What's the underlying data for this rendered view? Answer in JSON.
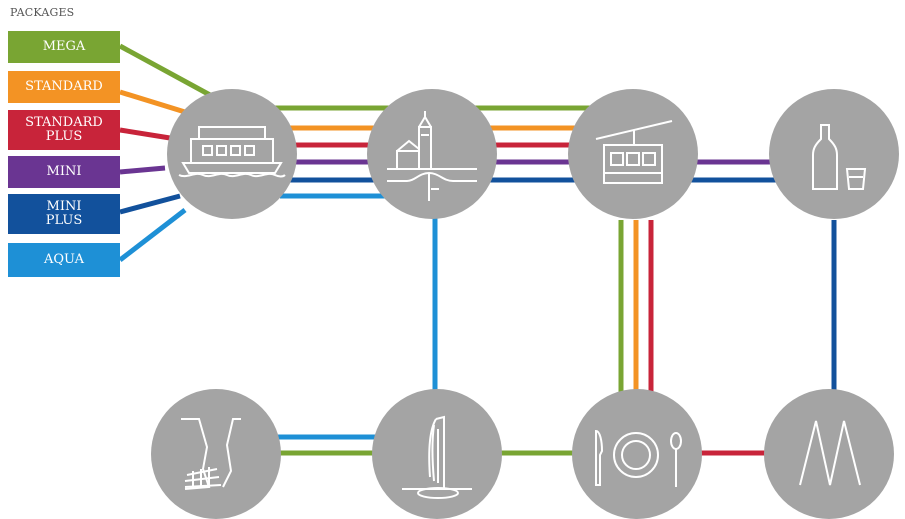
{
  "header": {
    "title": "PACKAGES"
  },
  "packages": [
    {
      "label_line1": "MEGA",
      "label_line2": "",
      "color": "#79a533"
    },
    {
      "label_line1": "STANDARD",
      "label_line2": "",
      "color": "#f39324"
    },
    {
      "label_line1": "STANDARD",
      "label_line2": "PLUS",
      "color": "#c8243a"
    },
    {
      "label_line1": "MINI",
      "label_line2": "",
      "color": "#6a3592"
    },
    {
      "label_line1": "MINI",
      "label_line2": "PLUS",
      "color": "#12519c"
    },
    {
      "label_line1": "AQUA",
      "label_line2": "",
      "color": "#1e90d6"
    }
  ],
  "nodes": [
    {
      "name": "boat-node",
      "icon": "boat-icon"
    },
    {
      "name": "church-bridge-node",
      "icon": "church-bridge-icon"
    },
    {
      "name": "cable-car-node",
      "icon": "cable-car-icon"
    },
    {
      "name": "wine-glass-node",
      "icon": "bottle-glass-icon"
    },
    {
      "name": "gorge-node",
      "icon": "gorge-icon"
    },
    {
      "name": "waterfall-node",
      "icon": "waterfall-icon"
    },
    {
      "name": "dining-node",
      "icon": "plate-cutlery-icon"
    },
    {
      "name": "mountain-node",
      "icon": "mountain-peaks-icon"
    }
  ],
  "colors": {
    "node_fill": "#a4a4a4",
    "icon_stroke": "#ffffff"
  }
}
